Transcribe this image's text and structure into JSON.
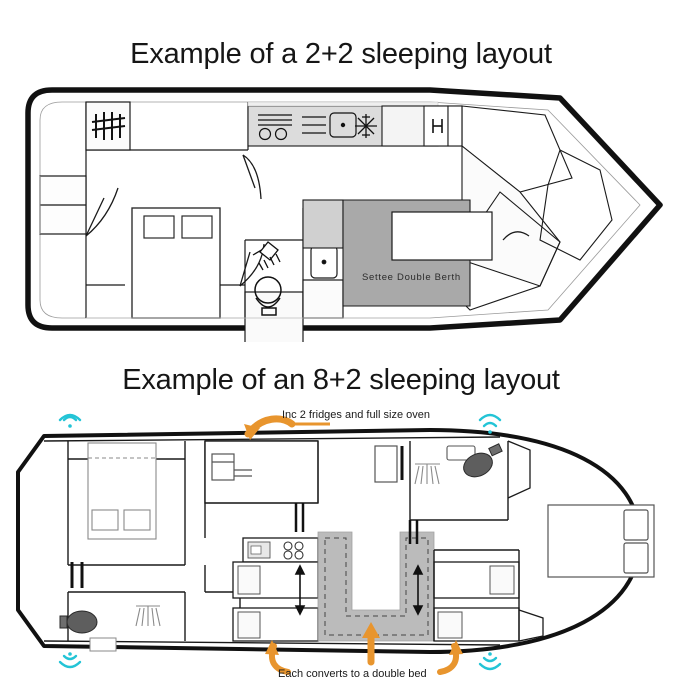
{
  "document": {
    "type": "boat-deck-plan-comparison",
    "background_color": "#ffffff"
  },
  "plans": [
    {
      "id": "plan-2plus2",
      "title": "Example of a 2+2 sleeping layout",
      "hull_style": "pointed-bow",
      "annotations": [
        {
          "id": "settee-berth",
          "label": "Settee Double Berth",
          "fill": "#a9a9a9"
        }
      ],
      "icons": [
        "shower-tally-icon",
        "hob-icon",
        "sink-icon",
        "fridge-snowflake-icon",
        "shower-head-icon",
        "toilet-icon",
        "wardrobe-icon"
      ]
    },
    {
      "id": "plan-8plus2",
      "title": "Example of an 8+2 sleeping layout",
      "hull_style": "rounded-bow",
      "callouts": [
        {
          "id": "callout-galley",
          "text": "Inc 2 fridges and full size oven",
          "arrow_color": "#e8952e"
        },
        {
          "id": "callout-berths",
          "text": "Each converts to a  double bed",
          "arrow_color": "#e8952e"
        }
      ],
      "icons": [
        "wifi-icon",
        "oven-icon",
        "hob-4-burner-icon",
        "shower-head-icon",
        "toilet-icon",
        "sink-icon",
        "washer-icon"
      ]
    }
  ],
  "colors": {
    "hull_outline": "#111111",
    "wall_line": "#1a1a1a",
    "furniture_line": "#555555",
    "berth_gray": "#a9a9a9",
    "corridor_gray": "#b4b4b4",
    "wifi_cyan": "#23c4d6",
    "arrow_orange": "#e8952e",
    "text": "#161616"
  }
}
